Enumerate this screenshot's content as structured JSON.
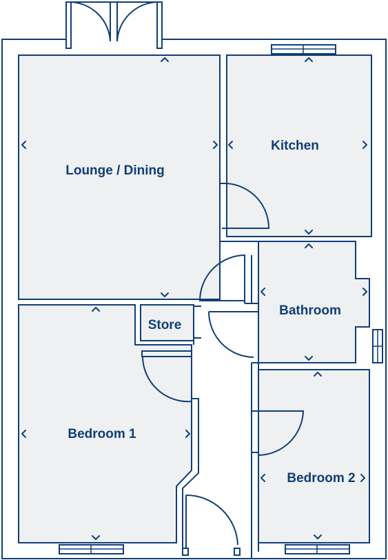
{
  "rooms": {
    "lounge_dining": "Lounge / Dining",
    "kitchen": "Kitchen",
    "store": "Store",
    "bathroom": "Bathroom",
    "bedroom_1": "Bedroom 1",
    "bedroom_2": "Bedroom 2"
  },
  "colors": {
    "line": "#0f3e78",
    "room_fill": "#eef0f1",
    "background": "#ffffff"
  }
}
